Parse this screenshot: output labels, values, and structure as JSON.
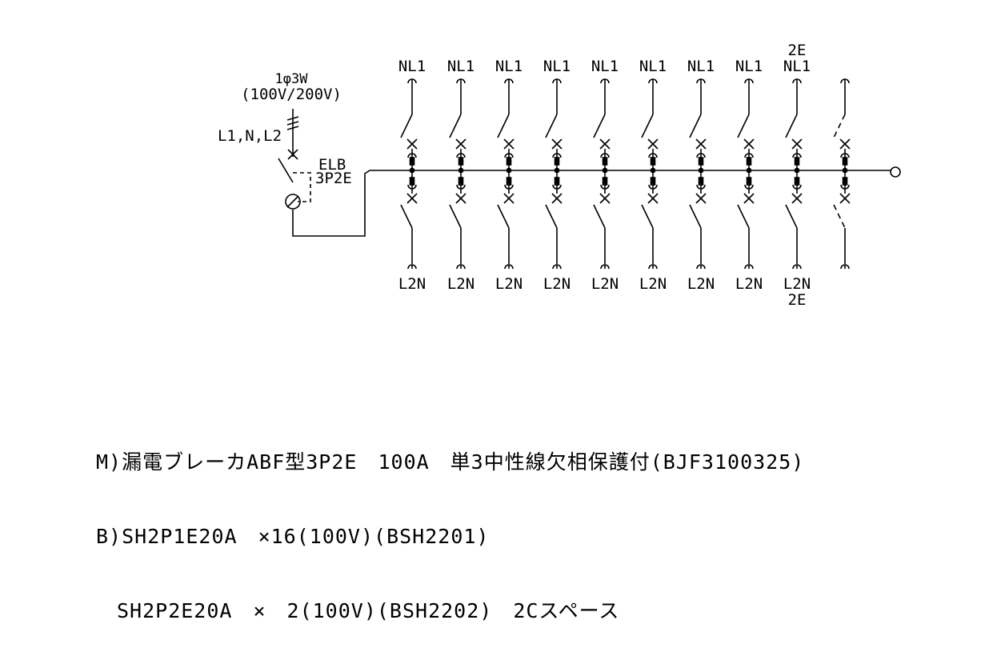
{
  "supply": {
    "phase_label": "1φ3W",
    "voltage_label": "(100V/200V)",
    "lines_label": "L1,N,L2"
  },
  "main_breaker": {
    "name": "ELB",
    "poles": "3P2E"
  },
  "top_labels": [
    "NL1",
    "NL1",
    "NL1",
    "NL1",
    "NL1",
    "NL1",
    "NL1",
    "NL1",
    "NL1"
  ],
  "top_extra": "2E",
  "bottom_labels": [
    "L2N",
    "L2N",
    "L2N",
    "L2N",
    "L2N",
    "L2N",
    "L2N",
    "L2N",
    "L2N"
  ],
  "bottom_extra": "2E",
  "legend": {
    "line1": "M)漏電ブレーカABF型3P2E　100A　単3中性線欠相保護付(BJF3100325)",
    "line2": "B)SH2P1E20A　×16(100V)(BSH2201)",
    "line3": "　SH2P2E20A　×　2(100V)(BSH2202)　2Cスペース"
  }
}
